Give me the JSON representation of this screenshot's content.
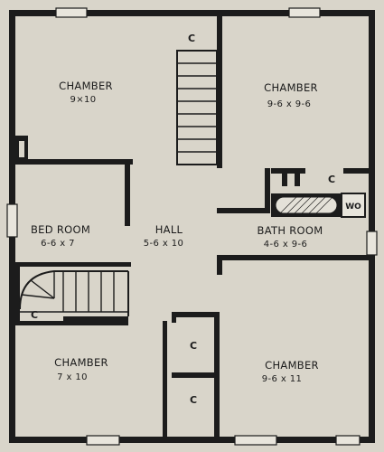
{
  "plan": {
    "rooms": [
      {
        "name": "CHAMBER",
        "size": "9×10"
      },
      {
        "name": "CHAMBER",
        "size": "9-6 x 9-6"
      },
      {
        "name": "BED ROOM",
        "size": "6-6 x 7"
      },
      {
        "name": "HALL",
        "size": "5-6 x 10"
      },
      {
        "name": "BATH ROOM",
        "size": "4-6 x 9-6"
      },
      {
        "name": "CHAMBER",
        "size": "7 x 10"
      },
      {
        "name": "CHAMBER",
        "size": "9-6 x 11"
      }
    ],
    "closet_label": "C",
    "wc_label": "WO"
  }
}
